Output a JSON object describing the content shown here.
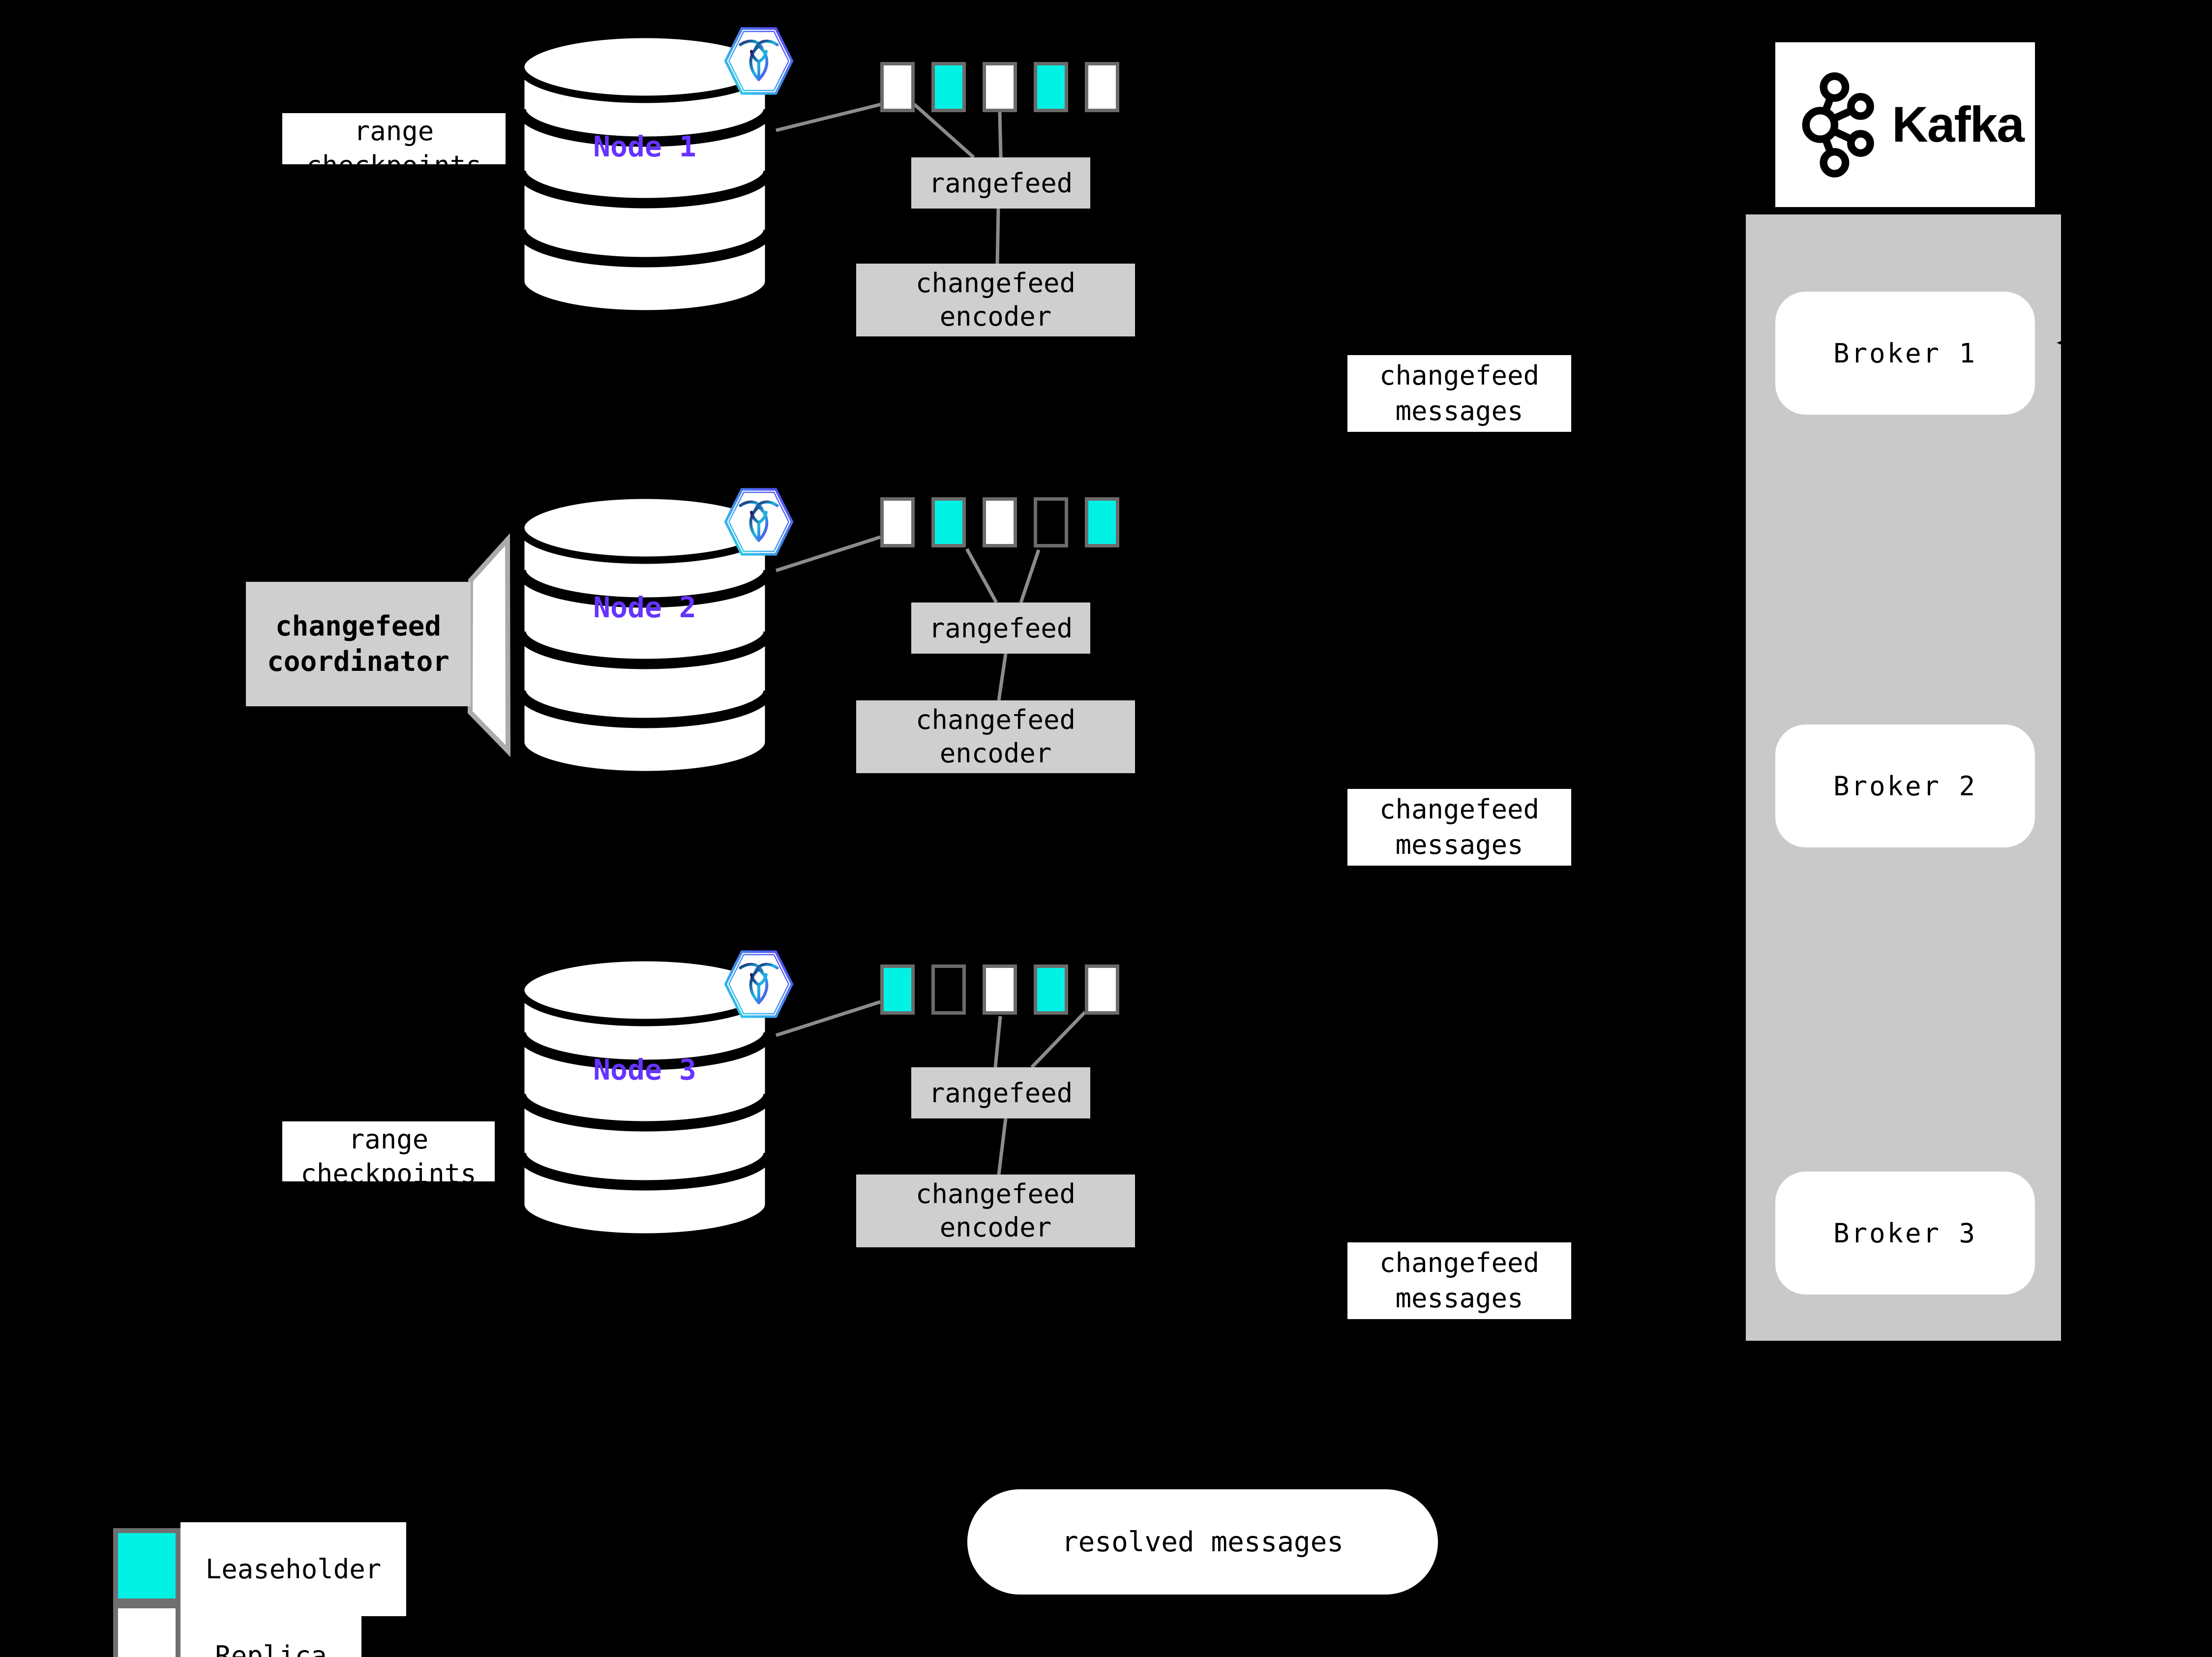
{
  "colors": {
    "leaseholder": "#00F2E5",
    "replica": "#FFFFFF",
    "empty_range": "#000000",
    "node_label": "#6633FF",
    "label_box_gray": "#CFCFCF",
    "kafka_panel_gray": "#C9C9C9",
    "connector_gray": "#8C8C8C"
  },
  "nodes": [
    {
      "label": "Node 1",
      "checkpoint": {
        "line1": "range",
        "line2": "checkpoints"
      },
      "ranges": [
        "replica",
        "leaseholder",
        "replica",
        "leaseholder",
        "replica"
      ],
      "rangefeed_label": "rangefeed",
      "encoder": {
        "line1": "changefeed",
        "line2": "encoder"
      }
    },
    {
      "label": "Node 2",
      "coordinator": {
        "line1": "changefeed",
        "line2": "coordinator"
      },
      "ranges": [
        "replica",
        "leaseholder",
        "replica",
        "empty",
        "leaseholder"
      ],
      "rangefeed_label": "rangefeed",
      "encoder": {
        "line1": "changefeed",
        "line2": "encoder"
      }
    },
    {
      "label": "Node 3",
      "checkpoint": {
        "line1": "range",
        "line2": "checkpoints"
      },
      "ranges": [
        "leaseholder",
        "empty",
        "replica",
        "leaseholder",
        "replica"
      ],
      "rangefeed_label": "rangefeed",
      "encoder": {
        "line1": "changefeed",
        "line2": "encoder"
      }
    }
  ],
  "messages": [
    {
      "line1": "changefeed",
      "line2": "messages"
    },
    {
      "line1": "changefeed",
      "line2": "messages"
    },
    {
      "line1": "changefeed",
      "line2": "messages"
    }
  ],
  "kafka": {
    "title": "Kafka",
    "brokers": [
      "Broker 1",
      "Broker 2",
      "Broker 3"
    ]
  },
  "resolved_label": "resolved messages",
  "legend": {
    "leaseholder": "Leaseholder",
    "replica": "Replica"
  }
}
